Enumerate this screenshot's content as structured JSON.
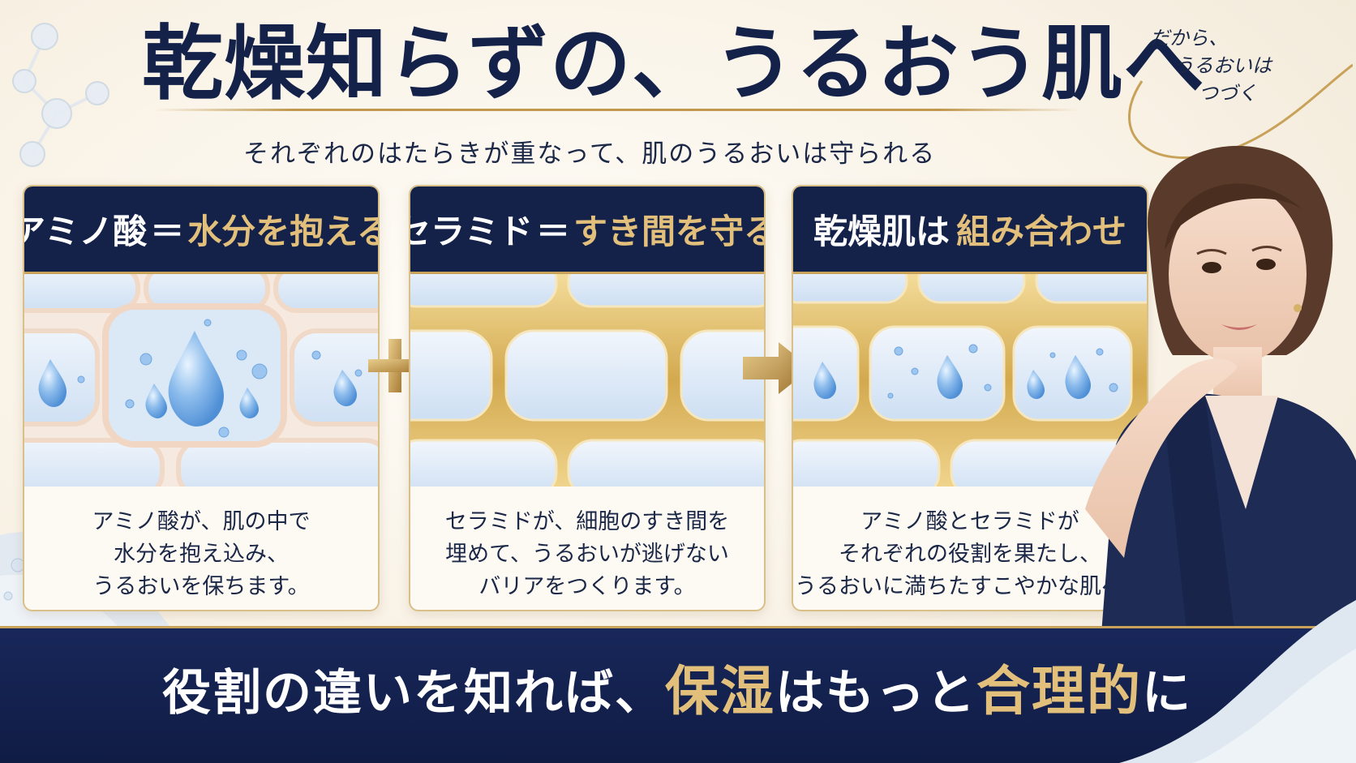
{
  "title": "乾燥知らずの、うるおう肌へ",
  "subtitle": "それぞれのはたらきが重なって、肌のうるおいは守られる",
  "script_note": [
    "だから、",
    "うるおいは",
    "つづく"
  ],
  "panels": [
    {
      "head_main": "アミノ酸",
      "head_eq": "＝",
      "head_gold": "水分を抱える",
      "text": [
        "アミノ酸が、肌の中で",
        "水分を抱え込み、",
        "うるおいを保ちます。"
      ]
    },
    {
      "head_main": "セラミド",
      "head_eq": "＝",
      "head_gold": "すき間を守る",
      "text": [
        "セラミドが、細胞のすき間を",
        "埋めて、うるおいが逃げない",
        "バリアをつくります。"
      ]
    },
    {
      "head_main": "乾燥肌は",
      "head_eq": "",
      "head_gold": "組み合わせ",
      "text": [
        "アミノ酸とセラミドが",
        "それぞれの役割を果たし、",
        "うるおいに満ちたすこやかな肌へ。"
      ]
    }
  ],
  "operators": {
    "plus": "plus-icon",
    "arrow": "arrow-right-icon"
  },
  "banner": {
    "part1": "役割の違いを知れば、",
    "gold1": "保湿",
    "part2": "はもっと",
    "gold2": "合理的",
    "part3": "に"
  },
  "colors": {
    "navy": "#14224a",
    "gold": "#c9a25a",
    "gold_text": "#e2c07b",
    "cream": "#fdfaf3",
    "water": "#7fb3e6"
  }
}
